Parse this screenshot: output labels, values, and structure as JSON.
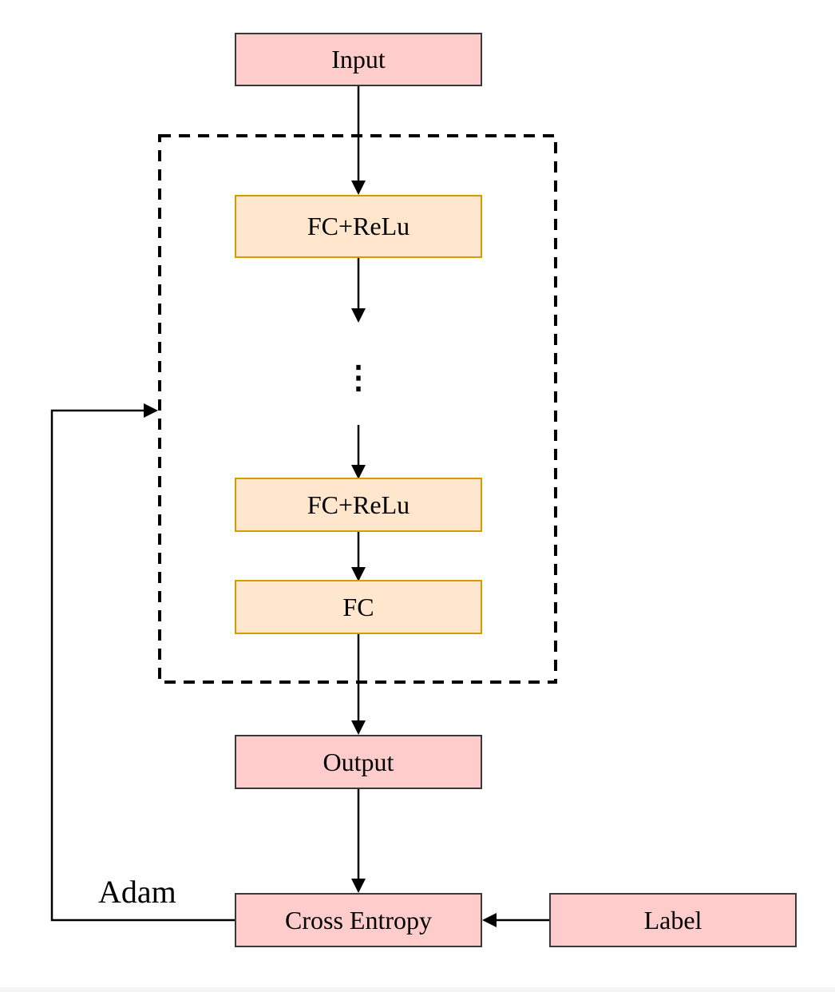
{
  "diagram": {
    "nodes": {
      "input": "Input",
      "fc_relu_1": "FC+ReLu",
      "ellipsis": "⋮",
      "fc_relu_2": "FC+ReLu",
      "fc": "FC",
      "output": "Output",
      "cross_entropy": "Cross Entropy",
      "label": "Label"
    },
    "edge_labels": {
      "optimizer": "Adam"
    },
    "edges": [
      {
        "from": "input",
        "to": "fc_relu_1"
      },
      {
        "from": "fc_relu_1",
        "to": "ellipsis"
      },
      {
        "from": "ellipsis",
        "to": "fc_relu_2"
      },
      {
        "from": "fc_relu_2",
        "to": "fc"
      },
      {
        "from": "fc",
        "to": "output"
      },
      {
        "from": "output",
        "to": "cross_entropy"
      },
      {
        "from": "label",
        "to": "cross_entropy"
      },
      {
        "from": "cross_entropy",
        "to": "network-group",
        "label": "optimizer"
      }
    ],
    "colors": {
      "io_fill": "#ffcccc",
      "io_stroke": "#36393d",
      "layer_fill": "#ffe6cc",
      "layer_stroke": "#d79b00",
      "line": "#000000"
    }
  }
}
